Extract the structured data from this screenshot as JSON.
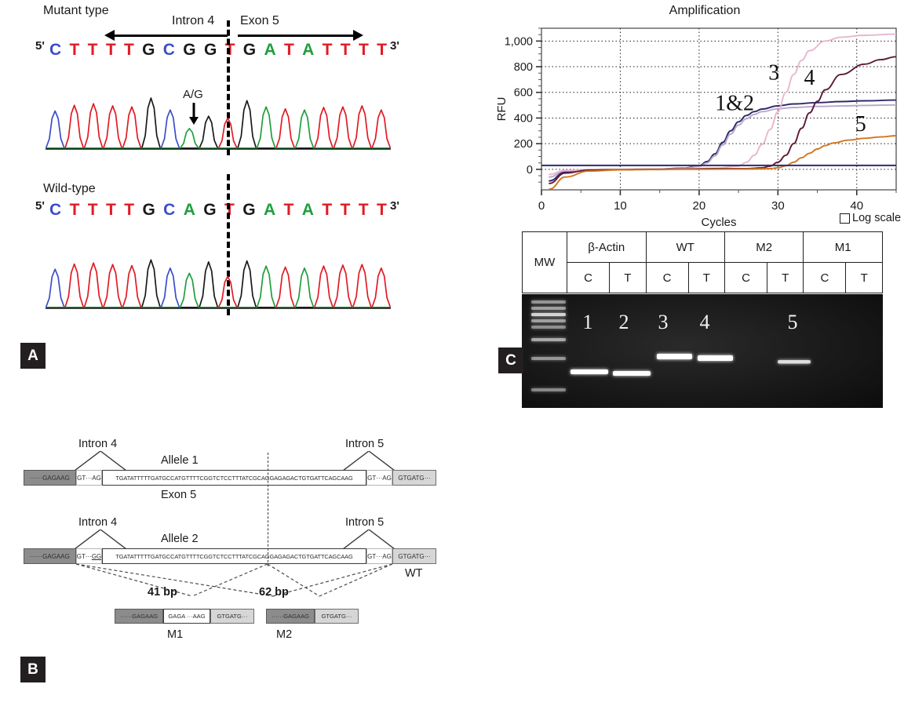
{
  "figure": {
    "panels": [
      {
        "letter": "A"
      },
      {
        "letter": "B"
      },
      {
        "letter": "C"
      }
    ]
  },
  "panelA": {
    "badge": "A",
    "mutant": {
      "title": "Mutant type",
      "five_prime": "5'",
      "three_prime": "3'",
      "intron_label": "Intron 4",
      "exon_label": "Exon 5",
      "snp_label": "A/G",
      "sequence": [
        {
          "base": "C",
          "color": "#3b4ec8"
        },
        {
          "base": "T",
          "color": "#e01b24"
        },
        {
          "base": "T",
          "color": "#e01b24"
        },
        {
          "base": "T",
          "color": "#e01b24"
        },
        {
          "base": "T",
          "color": "#e01b24"
        },
        {
          "base": "G",
          "color": "#1a1a1a"
        },
        {
          "base": "C",
          "color": "#3b4ec8"
        },
        {
          "base": "G",
          "color": "#1a1a1a"
        },
        {
          "base": "G",
          "color": "#1a1a1a"
        },
        {
          "base": "T",
          "color": "#e01b24"
        },
        {
          "base": "G",
          "color": "#1a1a1a"
        },
        {
          "base": "A",
          "color": "#1f9e3d"
        },
        {
          "base": "T",
          "color": "#e01b24"
        },
        {
          "base": "A",
          "color": "#1f9e3d"
        },
        {
          "base": "T",
          "color": "#e01b24"
        },
        {
          "base": "T",
          "color": "#e01b24"
        },
        {
          "base": "T",
          "color": "#e01b24"
        },
        {
          "base": "T",
          "color": "#e01b24"
        }
      ],
      "sequence_string": "CTTTTGCGGTGATATTTT",
      "trace_peaks": [
        {
          "color": "#3b4ec8",
          "h": 0.72
        },
        {
          "color": "#e01b24",
          "h": 0.83
        },
        {
          "color": "#e01b24",
          "h": 0.86
        },
        {
          "color": "#e01b24",
          "h": 0.82
        },
        {
          "color": "#e01b24",
          "h": 0.8
        },
        {
          "color": "#1a1a1a",
          "h": 0.97
        },
        {
          "color": "#3b4ec8",
          "h": 0.74
        },
        {
          "color": "#1f9e3d",
          "h": 0.38
        },
        {
          "color": "#1a1a1a",
          "h": 0.62
        },
        {
          "color": "#e01b24",
          "h": 0.58
        },
        {
          "color": "#1a1a1a",
          "h": 0.92
        },
        {
          "color": "#1f9e3d",
          "h": 0.8
        },
        {
          "color": "#e01b24",
          "h": 0.76
        },
        {
          "color": "#1f9e3d",
          "h": 0.74
        },
        {
          "color": "#e01b24",
          "h": 0.79
        },
        {
          "color": "#e01b24",
          "h": 0.8
        },
        {
          "color": "#e01b24",
          "h": 0.82
        },
        {
          "color": "#e01b24",
          "h": 0.74
        }
      ]
    },
    "wildtype": {
      "title": "Wild-type",
      "five_prime": "5'",
      "three_prime": "3'",
      "sequence": [
        {
          "base": "C",
          "color": "#3b4ec8"
        },
        {
          "base": "T",
          "color": "#e01b24"
        },
        {
          "base": "T",
          "color": "#e01b24"
        },
        {
          "base": "T",
          "color": "#e01b24"
        },
        {
          "base": "T",
          "color": "#e01b24"
        },
        {
          "base": "G",
          "color": "#1a1a1a"
        },
        {
          "base": "C",
          "color": "#3b4ec8"
        },
        {
          "base": "A",
          "color": "#1f9e3d"
        },
        {
          "base": "G",
          "color": "#1a1a1a"
        },
        {
          "base": "T",
          "color": "#e01b24"
        },
        {
          "base": "G",
          "color": "#1a1a1a"
        },
        {
          "base": "A",
          "color": "#1f9e3d"
        },
        {
          "base": "T",
          "color": "#e01b24"
        },
        {
          "base": "A",
          "color": "#1f9e3d"
        },
        {
          "base": "T",
          "color": "#e01b24"
        },
        {
          "base": "T",
          "color": "#e01b24"
        },
        {
          "base": "T",
          "color": "#e01b24"
        },
        {
          "base": "T",
          "color": "#e01b24"
        }
      ],
      "sequence_string": "CTTTTGCAGTGATATTTT",
      "trace_peaks": [
        {
          "color": "#3b4ec8",
          "h": 0.74
        },
        {
          "color": "#e01b24",
          "h": 0.84
        },
        {
          "color": "#e01b24",
          "h": 0.86
        },
        {
          "color": "#e01b24",
          "h": 0.83
        },
        {
          "color": "#e01b24",
          "h": 0.81
        },
        {
          "color": "#1a1a1a",
          "h": 0.92
        },
        {
          "color": "#3b4ec8",
          "h": 0.76
        },
        {
          "color": "#1f9e3d",
          "h": 0.66
        },
        {
          "color": "#1a1a1a",
          "h": 0.88
        },
        {
          "color": "#e01b24",
          "h": 0.6
        },
        {
          "color": "#1a1a1a",
          "h": 0.9
        },
        {
          "color": "#1f9e3d",
          "h": 0.8
        },
        {
          "color": "#e01b24",
          "h": 0.78
        },
        {
          "color": "#1f9e3d",
          "h": 0.76
        },
        {
          "color": "#e01b24",
          "h": 0.8
        },
        {
          "color": "#e01b24",
          "h": 0.82
        },
        {
          "color": "#e01b24",
          "h": 0.83
        },
        {
          "color": "#e01b24",
          "h": 0.76
        }
      ]
    }
  },
  "panelB": {
    "badge": "B",
    "allele1": {
      "name": "Allele 1",
      "exon_label": "Exon 5",
      "intron_left": "Intron 4",
      "intron_right": "Intron 5",
      "left_flank": "······GAGAAG",
      "splice_left": "GT···AG",
      "exon_sequence": "TGATATTTTTGATGCCATGTTTTCGGTCTCCTTTATCGCAGGAGAGACTGTGATTCAGCAAG",
      "splice_right": "GT···AG",
      "right_flank": "GTGATG···"
    },
    "allele2": {
      "name": "Allele 2",
      "intron_left": "Intron 4",
      "intron_right": "Intron 5",
      "left_flank": "······GAGAAG",
      "splice_left_pre": "GT···",
      "splice_left_mut": "GG",
      "exon_sequence": "TGATATTTTTGATGCCATGTTTTCGGTCTCCTTTATCGCAGGAGAGACTGTGATTCAGCAAG",
      "splice_right": "GT···AG",
      "right_flank": "GTGATG···",
      "wt_label": "WT"
    },
    "products": [
      {
        "label": "M1",
        "size": "41 bp",
        "left_flank": "······GAGAAG",
        "middle": "GAGA ···AAG",
        "right_flank": "GTGATG···"
      },
      {
        "label": "M2",
        "size": "62 bp",
        "left_flank": "······GAGAAG",
        "right_flank": "GTGATG···"
      }
    ]
  },
  "panelC": {
    "badge": "C",
    "gel": {
      "header_row1": [
        "MW",
        "β-Actin",
        "WT",
        "M2",
        "M1"
      ],
      "header_row2": [
        "C",
        "T",
        "C",
        "T",
        "C",
        "T",
        "C",
        "T"
      ],
      "lane_numbers": [
        "1",
        "2",
        "3",
        "4",
        "5"
      ],
      "ladder_present": true
    }
  },
  "chart_data": {
    "type": "line",
    "title": "Amplification",
    "xlabel": "Cycles",
    "ylabel": "RFU",
    "xlim": [
      0,
      45
    ],
    "ylim": [
      -160,
      1100
    ],
    "xticks": [
      0,
      10,
      20,
      30,
      40
    ],
    "yticks": [
      0,
      200,
      400,
      600,
      800,
      1000
    ],
    "ytick_labels": [
      "0",
      "200",
      "400",
      "600",
      "800",
      "1,000"
    ],
    "grid": true,
    "legend_position": "inline-annotations",
    "log_scale_checkbox": {
      "label": "Log scale",
      "checked": false
    },
    "threshold": {
      "value": 30,
      "color": "#2b2b6e"
    },
    "annotations": [
      {
        "text": "1&2",
        "x": 24.5,
        "y": 460
      },
      {
        "text": "3",
        "x": 29.5,
        "y": 700
      },
      {
        "text": "4",
        "x": 34.0,
        "y": 660
      },
      {
        "text": "5",
        "x": 40.5,
        "y": 300
      }
    ],
    "series": [
      {
        "name": "1",
        "color": "#2e2a6b",
        "ct": 20,
        "plateau": 540,
        "x": [
          1,
          3,
          6,
          10,
          14,
          18,
          20,
          21,
          22,
          23,
          24,
          25,
          26,
          27,
          28,
          30,
          32,
          35,
          38,
          41,
          45
        ],
        "y": [
          -90,
          -20,
          -4,
          -2,
          0,
          8,
          28,
          60,
          120,
          210,
          300,
          370,
          420,
          450,
          470,
          495,
          510,
          520,
          528,
          534,
          540
        ]
      },
      {
        "name": "2",
        "color": "#b9a6c9",
        "ct": 20.5,
        "plateau": 500,
        "x": [
          1,
          3,
          6,
          10,
          14,
          18,
          20,
          21,
          22,
          23,
          24,
          25,
          26,
          27,
          28,
          30,
          32,
          35,
          38,
          41,
          45
        ],
        "y": [
          -60,
          -12,
          -3,
          -1,
          1,
          6,
          22,
          50,
          105,
          190,
          275,
          345,
          395,
          428,
          450,
          472,
          482,
          490,
          494,
          498,
          502
        ]
      },
      {
        "name": "3",
        "color": "#e8b7cf",
        "ct": 26,
        "plateau": 1050,
        "x": [
          1,
          3,
          6,
          10,
          14,
          18,
          22,
          25,
          26,
          27,
          28,
          29,
          30,
          31,
          32,
          33,
          34,
          36,
          38,
          41,
          45
        ],
        "y": [
          -40,
          -8,
          -2,
          0,
          2,
          4,
          8,
          25,
          55,
          110,
          195,
          310,
          450,
          600,
          740,
          850,
          925,
          1000,
          1030,
          1045,
          1055
        ]
      },
      {
        "name": "4",
        "color": "#5e1b3a",
        "ct": 30,
        "plateau": 880,
        "x": [
          1,
          3,
          6,
          10,
          14,
          18,
          22,
          26,
          28,
          29,
          30,
          31,
          32,
          33,
          34,
          35,
          36,
          38,
          41,
          43,
          45
        ],
        "y": [
          -110,
          -30,
          -6,
          -2,
          0,
          3,
          5,
          6,
          12,
          25,
          55,
          110,
          200,
          320,
          440,
          530,
          620,
          740,
          820,
          855,
          878
        ]
      },
      {
        "name": "5",
        "color": "#d2761e",
        "ct": 31,
        "plateau": 260,
        "x": [
          1,
          3,
          6,
          10,
          14,
          18,
          22,
          26,
          29,
          30,
          31,
          32,
          33,
          34,
          35,
          36,
          37,
          39,
          41,
          43,
          45
        ],
        "y": [
          -155,
          -60,
          -14,
          -4,
          -2,
          0,
          1,
          2,
          5,
          12,
          28,
          55,
          90,
          125,
          158,
          185,
          205,
          228,
          242,
          252,
          262
        ]
      }
    ]
  }
}
